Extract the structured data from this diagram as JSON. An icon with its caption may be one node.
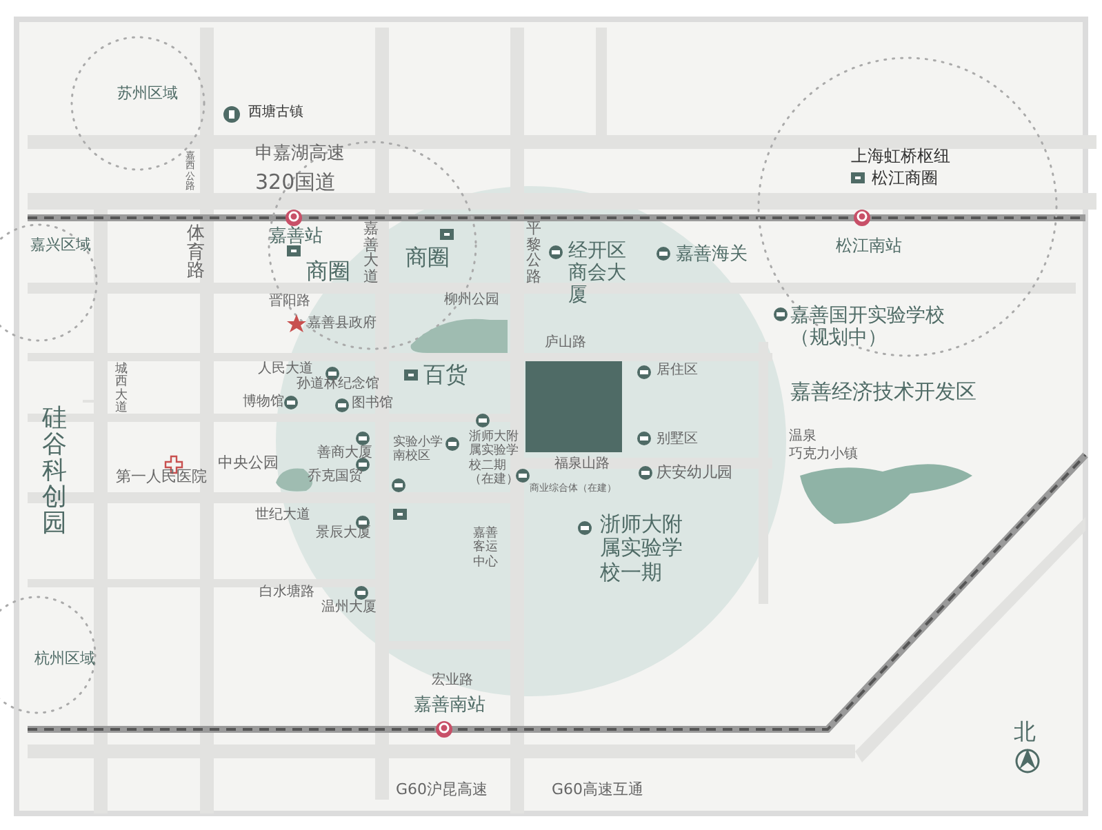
{
  "diagram": {
    "labels": [
      "苏州区域",
      "西塘古镇",
      "申嘉湖高速",
      "320国道",
      "嘉西公路",
      "上海虹桥枢纽",
      "松江商圈",
      "嘉兴区域",
      "体育路",
      "嘉善站",
      "嘉善大道",
      "商圈",
      "平黎公路",
      "经开区商会大厦",
      "嘉善海关",
      "松江南站",
      "商圈",
      "晋阳路",
      "柳州公园",
      "嘉善县政府",
      "嘉善国开实验学校（规划中）",
      "庐山路",
      "人民大道",
      "孙道林纪念馆",
      "百货",
      "居住区",
      "嘉善经济技术开发区",
      "城西大道",
      "博物馆",
      "图书馆",
      "硅谷科创园",
      "浙师大附属实验学校二期（在建）",
      "第一人民医院",
      "中央公园",
      "善商大厦",
      "实验小学南校区",
      "乔克国贸",
      "别墅区",
      "温泉",
      "巧克力小镇",
      "福泉山路",
      "庆安幼儿园",
      "商业综合体（在建）",
      "世纪大道",
      "景辰大厦",
      "嘉善客运中心",
      "浙师大附属实验学校一期",
      "白水塘路",
      "温州大厦",
      "杭州区域",
      "宏业路",
      "嘉善南站",
      "G60沪昆高速",
      "G60高速互通",
      "北"
    ]
  }
}
